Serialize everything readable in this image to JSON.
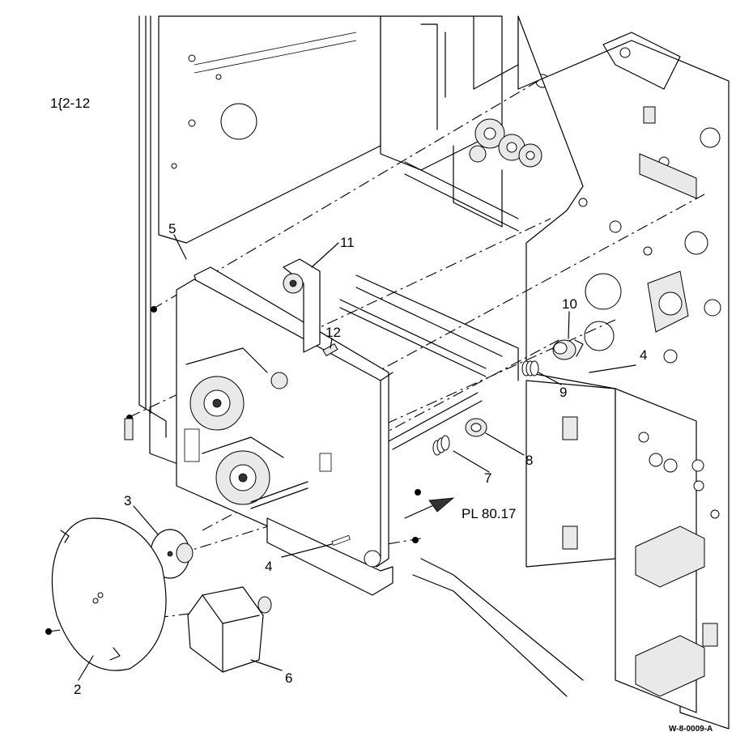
{
  "figure_id": "1{2-12",
  "drawing_code": "W-8-0009-A",
  "reference": "PL 80.17",
  "callouts": {
    "c1": "2",
    "c2": "3",
    "c3": "4",
    "c4": "4",
    "c5": "5",
    "c6": "6",
    "c7": "7",
    "c8": "8",
    "c9": "9",
    "c10": "10",
    "c11": "11",
    "c12": "12"
  }
}
